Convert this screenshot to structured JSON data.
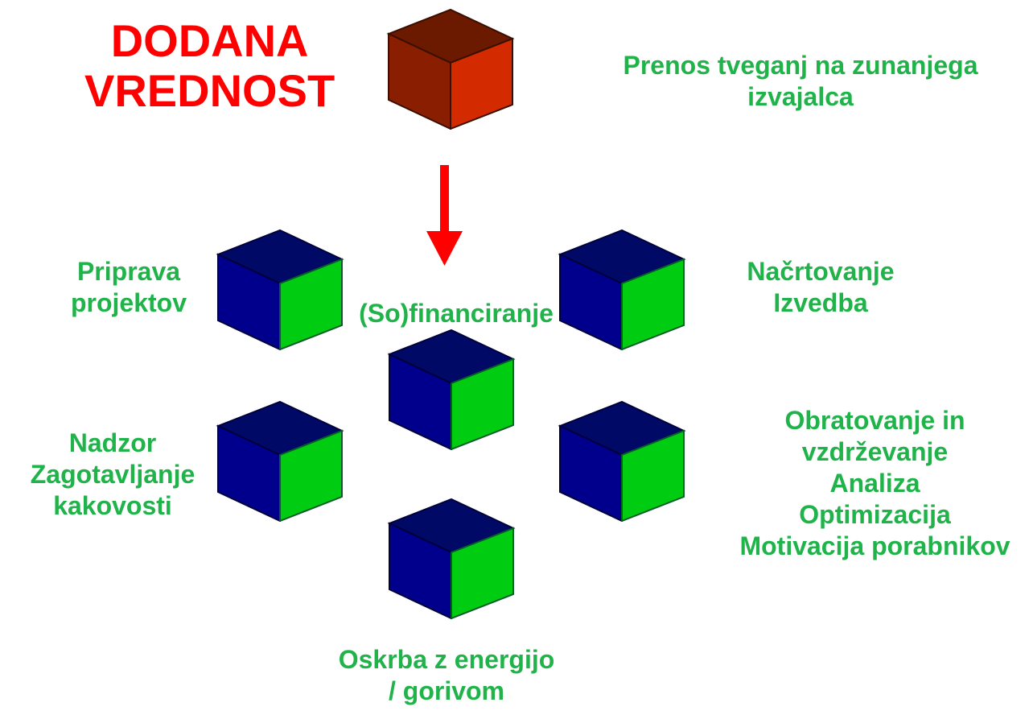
{
  "title": {
    "line1": "DODANA",
    "line2": "VREDNOST"
  },
  "labels": {
    "risk": {
      "line1": "Prenos tveganj na zunanjega",
      "line2": "izvajalca"
    },
    "priprava": {
      "line1": "Priprava",
      "line2": "projektov"
    },
    "financiranje": {
      "line1": "(So)financiranje"
    },
    "nacrtovanje": {
      "line1": "Načrtovanje",
      "line2": "Izvedba"
    },
    "nadzor": {
      "line1": "Nadzor",
      "line2": "Zagotavljanje",
      "line3": "kakovosti"
    },
    "obratovanje": {
      "line1": "Obratovanje in",
      "line2": "vzdrževanje",
      "line3": "Analiza",
      "line4": "Optimizacija",
      "line5": "Motivacija porabnikov"
    },
    "oskrba": {
      "line1": "Oskrba z energijo",
      "line2": "/ gorivom"
    }
  },
  "colors": {
    "title_red": "#ff0000",
    "label_green": "#1fb34a",
    "arrow_red": "#ff0000",
    "top_cube": {
      "top": "#6b1a00",
      "left": "#8a1e00",
      "right": "#d42a00"
    },
    "blue_cube": {
      "top": "#000a66",
      "left": "#00008c",
      "right": "#00cc11"
    }
  }
}
